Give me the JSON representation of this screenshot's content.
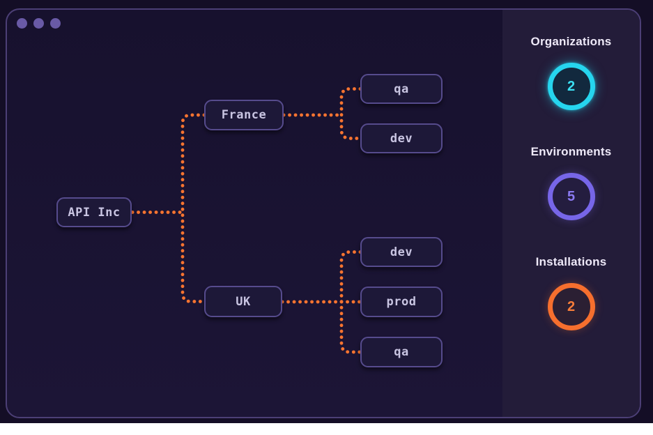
{
  "window": {
    "controls_count": 3,
    "border_color": "#4c3f76",
    "background_color": "#17112e",
    "sidebar_background_color": "#231c39"
  },
  "tree": {
    "connector_color": "#f87430",
    "node_border_color": "#564b8d",
    "root": {
      "label": "API Inc"
    },
    "branches": [
      {
        "label": "France",
        "children": [
          {
            "label": "qa"
          },
          {
            "label": "dev"
          }
        ]
      },
      {
        "label": "UK",
        "children": [
          {
            "label": "dev"
          },
          {
            "label": "prod"
          },
          {
            "label": "qa"
          }
        ]
      }
    ]
  },
  "sidebar": {
    "stats": [
      {
        "label": "Organizations",
        "value": "2",
        "accent": "#26d5ee"
      },
      {
        "label": "Environments",
        "value": "5",
        "accent": "#7766e8"
      },
      {
        "label": "Installations",
        "value": "2",
        "accent": "#f66f2e"
      }
    ]
  }
}
